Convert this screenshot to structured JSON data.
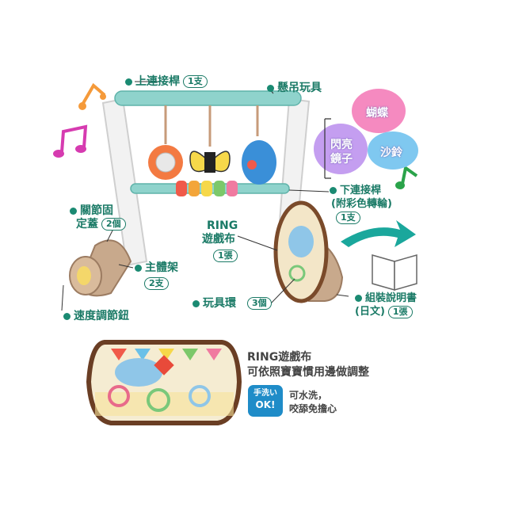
{
  "labels": {
    "top_bar": "上連接桿",
    "top_bar_count": "1支",
    "hanging_toys": "懸吊玩具",
    "joint_cover_1": "關節固",
    "joint_cover_2": "定蓋",
    "joint_cover_count": "2個",
    "main_frame": "主體架",
    "main_frame_count": "2支",
    "speed_knob": "速度調節鈕",
    "lower_bar": "下連接桿",
    "lower_bar_sub": "(附彩色轉輪)",
    "lower_bar_count": "1支",
    "ring_mat_1": "RING",
    "ring_mat_2": "遊戲布",
    "ring_mat_count": "1張",
    "toy_rings": "玩具環",
    "toy_rings_count": "3個",
    "manual": "組裝說明書",
    "manual_sub": "(日文)",
    "manual_count": "1張"
  },
  "toy_bubbles": {
    "butterfly": "蝴蝶",
    "mirror_1": "閃亮",
    "mirror_2": "鏡子",
    "rattle": "沙鈴"
  },
  "caption": {
    "line1": "RING遊戲布",
    "line2": "可依照寶寶慣用邊做調整"
  },
  "wash_badge": {
    "line1": "手洗い",
    "line2": "OK!"
  },
  "wash_note": {
    "line1": "可水洗，",
    "line2": "咬舔免擔心"
  },
  "colors": {
    "label_green": "#1a7a66",
    "frame_mint": "#8fd3cc",
    "mat_brown": "#7a4a2a",
    "bubble_pink": "#f58ac0",
    "bubble_purple": "#c49ef0",
    "bubble_blue": "#7fc8f0",
    "arrow_teal": "#1aa79c"
  }
}
